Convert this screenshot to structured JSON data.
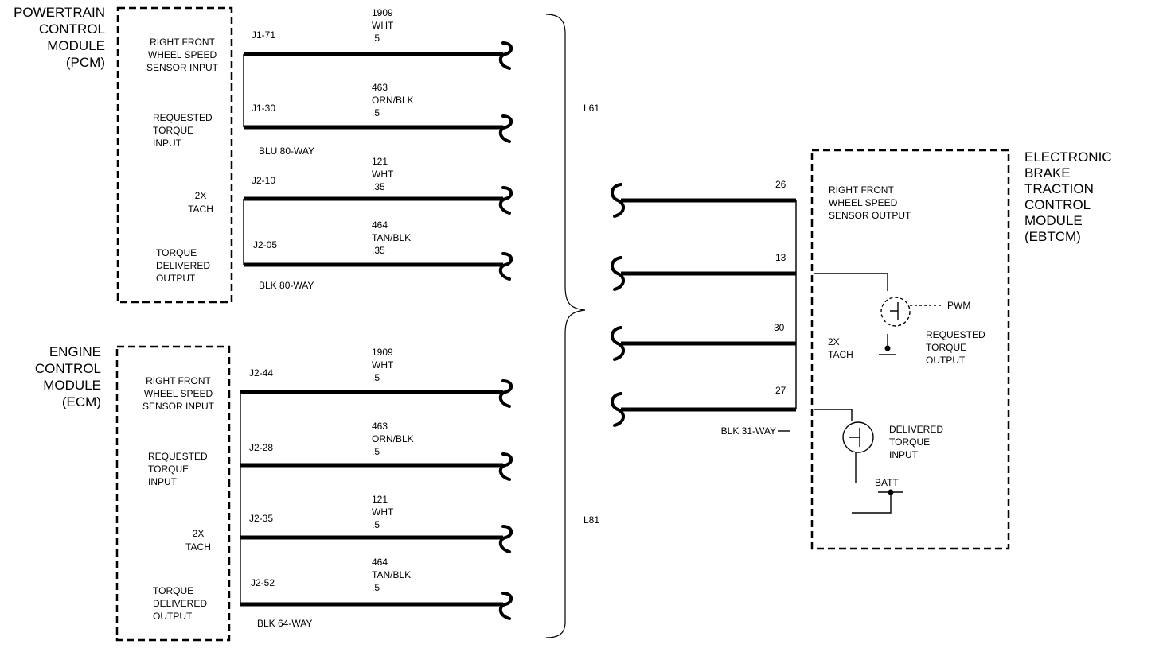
{
  "pcm": {
    "name_lines": [
      "POWERTRAIN",
      "CONTROL",
      "MODULE",
      "(PCM)"
    ],
    "pins": [
      {
        "label_lines": [
          "RIGHT FRONT",
          "WHEEL SPEED",
          "SENSOR INPUT"
        ],
        "terminal": "J1-71",
        "circuit": "1909",
        "color": "WHT",
        "gauge": ".5"
      },
      {
        "label_lines": [
          "REQUESTED",
          "TORQUE",
          "INPUT"
        ],
        "terminal": "J1-30",
        "circuit": "463",
        "color": "ORN/BLK",
        "gauge": ".5"
      },
      {
        "label_lines": [
          "2X",
          "TACH"
        ],
        "terminal": "J2-10",
        "circuit": "121",
        "color": "WHT",
        "gauge": ".35"
      },
      {
        "label_lines": [
          "TORQUE",
          "DELIVERED",
          "OUTPUT"
        ],
        "terminal": "J2-05",
        "circuit": "464",
        "color": "TAN/BLK",
        "gauge": ".35"
      }
    ],
    "connectors": [
      "BLU 80-WAY",
      "BLK 80-WAY"
    ]
  },
  "ecm": {
    "name_lines": [
      "ENGINE",
      "CONTROL",
      "MODULE",
      "(ECM)"
    ],
    "pins": [
      {
        "label_lines": [
          "RIGHT FRONT",
          "WHEEL SPEED",
          "SENSOR INPUT"
        ],
        "terminal": "J2-44",
        "circuit": "1909",
        "color": "WHT",
        "gauge": ".5"
      },
      {
        "label_lines": [
          "REQUESTED",
          "TORQUE",
          "INPUT"
        ],
        "terminal": "J2-28",
        "circuit": "463",
        "color": "ORN/BLK",
        "gauge": ".5"
      },
      {
        "label_lines": [
          "2X",
          "TACH"
        ],
        "terminal": "J2-35",
        "circuit": "121",
        "color": "WHT",
        "gauge": ".5"
      },
      {
        "label_lines": [
          "TORQUE",
          "DELIVERED",
          "OUTPUT"
        ],
        "terminal": "J2-52",
        "circuit": "464",
        "color": "TAN/BLK",
        "gauge": ".5"
      }
    ],
    "connector": "BLK 64-WAY"
  },
  "engine_codes": [
    "L61",
    "L81"
  ],
  "ebtcm": {
    "name_lines": [
      "ELECTRONIC",
      "BRAKE",
      "TRACTION",
      "CONTROL",
      "MODULE",
      "(EBTCM)"
    ],
    "pins": [
      "26",
      "13",
      "30",
      "27"
    ],
    "connector": "BLK 31-WAY",
    "rf_label_lines": [
      "RIGHT FRONT",
      "WHEEL SPEED",
      "SENSOR OUTPUT"
    ],
    "pwm_label": "PWM",
    "requested_label_lines": [
      "REQUESTED",
      "TORQUE",
      "OUTPUT"
    ],
    "tach_label_lines": [
      "2X",
      "TACH"
    ],
    "delivered_label_lines": [
      "DELIVERED",
      "TORQUE",
      "INPUT"
    ],
    "batt_label": "BATT"
  }
}
